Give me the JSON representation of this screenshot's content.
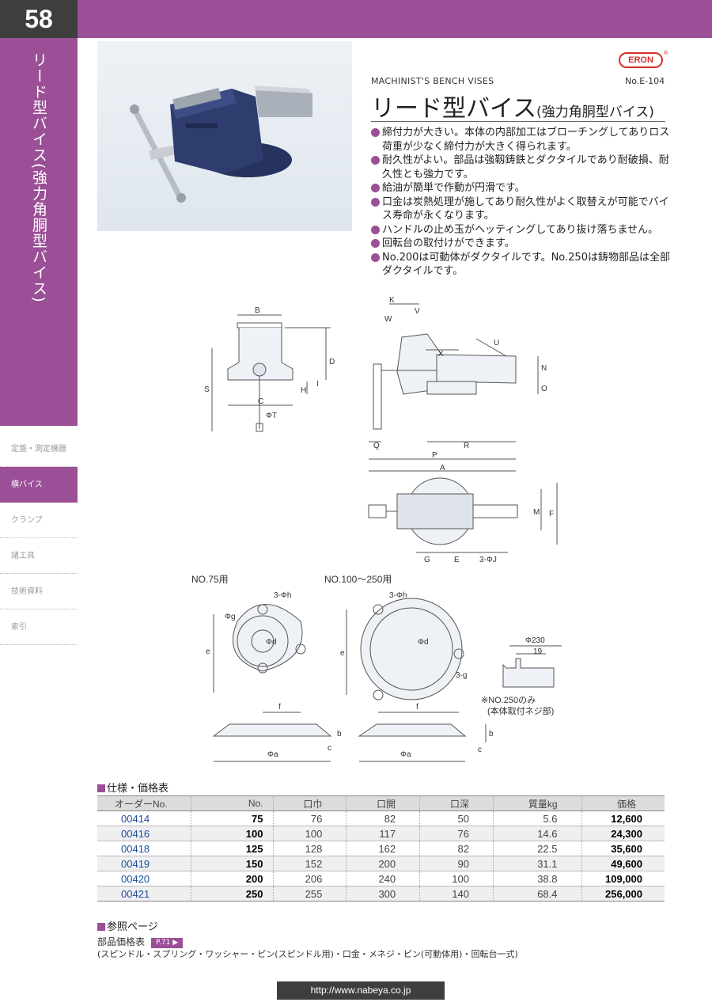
{
  "page": {
    "number": "58"
  },
  "sidebar": {
    "title": "リード型バイス(強力角胴型バイス)",
    "items": [
      {
        "label": "定盤・測定機器"
      },
      {
        "label": "横バイス"
      },
      {
        "label": "クランプ"
      },
      {
        "label": "諸工具"
      },
      {
        "label": "技術資料"
      },
      {
        "label": "索引"
      }
    ]
  },
  "header": {
    "brand": "ERON",
    "brand_mark": "®",
    "subtitle": "MACHINIST'S BENCH VISES",
    "doc_no": "No.E-104",
    "title": "リード型バイス",
    "title_small": "(強力角胴型バイス)"
  },
  "features": [
    "締付力が大きい。本体の内部加工はブローチングしてありロス荷重が少なく締付力が大きく得られます。",
    "耐久性がよい。部品は強靱鋳鉄とダクタイルであり耐破損、耐久性とも強力です。",
    "給油が簡単で作動が円滑です。",
    "口金は炭熱処理が施してあり耐久性がよく取替えが可能でバイス寿命が永くなります。",
    "ハンドルの止め玉がヘッティングしてあり抜け落ちません。",
    "回転台の取付けができます。",
    "No.200は可動体がダクタイルです。No.250は鋳物部品は全部ダクタイルです。"
  ],
  "drawing_labels": {
    "front": [
      "B",
      "D",
      "S",
      "H",
      "I",
      "C",
      "ΦT"
    ],
    "side": [
      "K",
      "V",
      "W",
      "U",
      "X",
      "N",
      "O",
      "Q",
      "R",
      "P",
      "A"
    ],
    "top": [
      "M",
      "F",
      "G",
      "E",
      "3-ΦJ"
    ],
    "base75_title": "NO.75用",
    "base100_title": "NO.100〜250用",
    "base75": [
      "3-Φh",
      "Φg",
      "Φd",
      "e",
      "f"
    ],
    "base100": [
      "3-Φh",
      "Φd",
      "e",
      "3-g",
      "f"
    ],
    "base_side": [
      "Φa",
      "b",
      "c"
    ],
    "detail": [
      "Φ230",
      "19"
    ],
    "note_1": "※NO.250のみ",
    "note_2": "(本体取付ネジ部)"
  },
  "spec_section": {
    "title": "仕様・価格表"
  },
  "spec_table": {
    "headers": [
      "オーダーNo.",
      "No.",
      "口巾",
      "口開",
      "口深",
      "質量kg",
      "価格"
    ],
    "rows": [
      [
        "00414",
        "75",
        "76",
        "82",
        "50",
        "5.6",
        "12,600"
      ],
      [
        "00416",
        "100",
        "100",
        "117",
        "76",
        "14.6",
        "24,300"
      ],
      [
        "00418",
        "125",
        "128",
        "162",
        "82",
        "22.5",
        "35,600"
      ],
      [
        "00419",
        "150",
        "152",
        "200",
        "90",
        "31.1",
        "49,600"
      ],
      [
        "00420",
        "200",
        "206",
        "240",
        "100",
        "38.8",
        "109,000"
      ],
      [
        "00421",
        "250",
        "255",
        "300",
        "140",
        "68.4",
        "256,000"
      ]
    ]
  },
  "references": {
    "title": "参照ページ",
    "label": "部品価格表",
    "badge": "P.71 ▶",
    "note": "(スピンドル・スプリング・ワッシャー・ピン(スピンドル用)・口金・メネジ・ピン(可動体用)・回転台一式)"
  },
  "footer": {
    "url": "http://www.nabeya.co.jp"
  },
  "colors": {
    "accent": "#9b4f96",
    "dark": "#3e3e3e",
    "link": "#1b4ea6",
    "vise_blue": "#2e3d6e"
  }
}
